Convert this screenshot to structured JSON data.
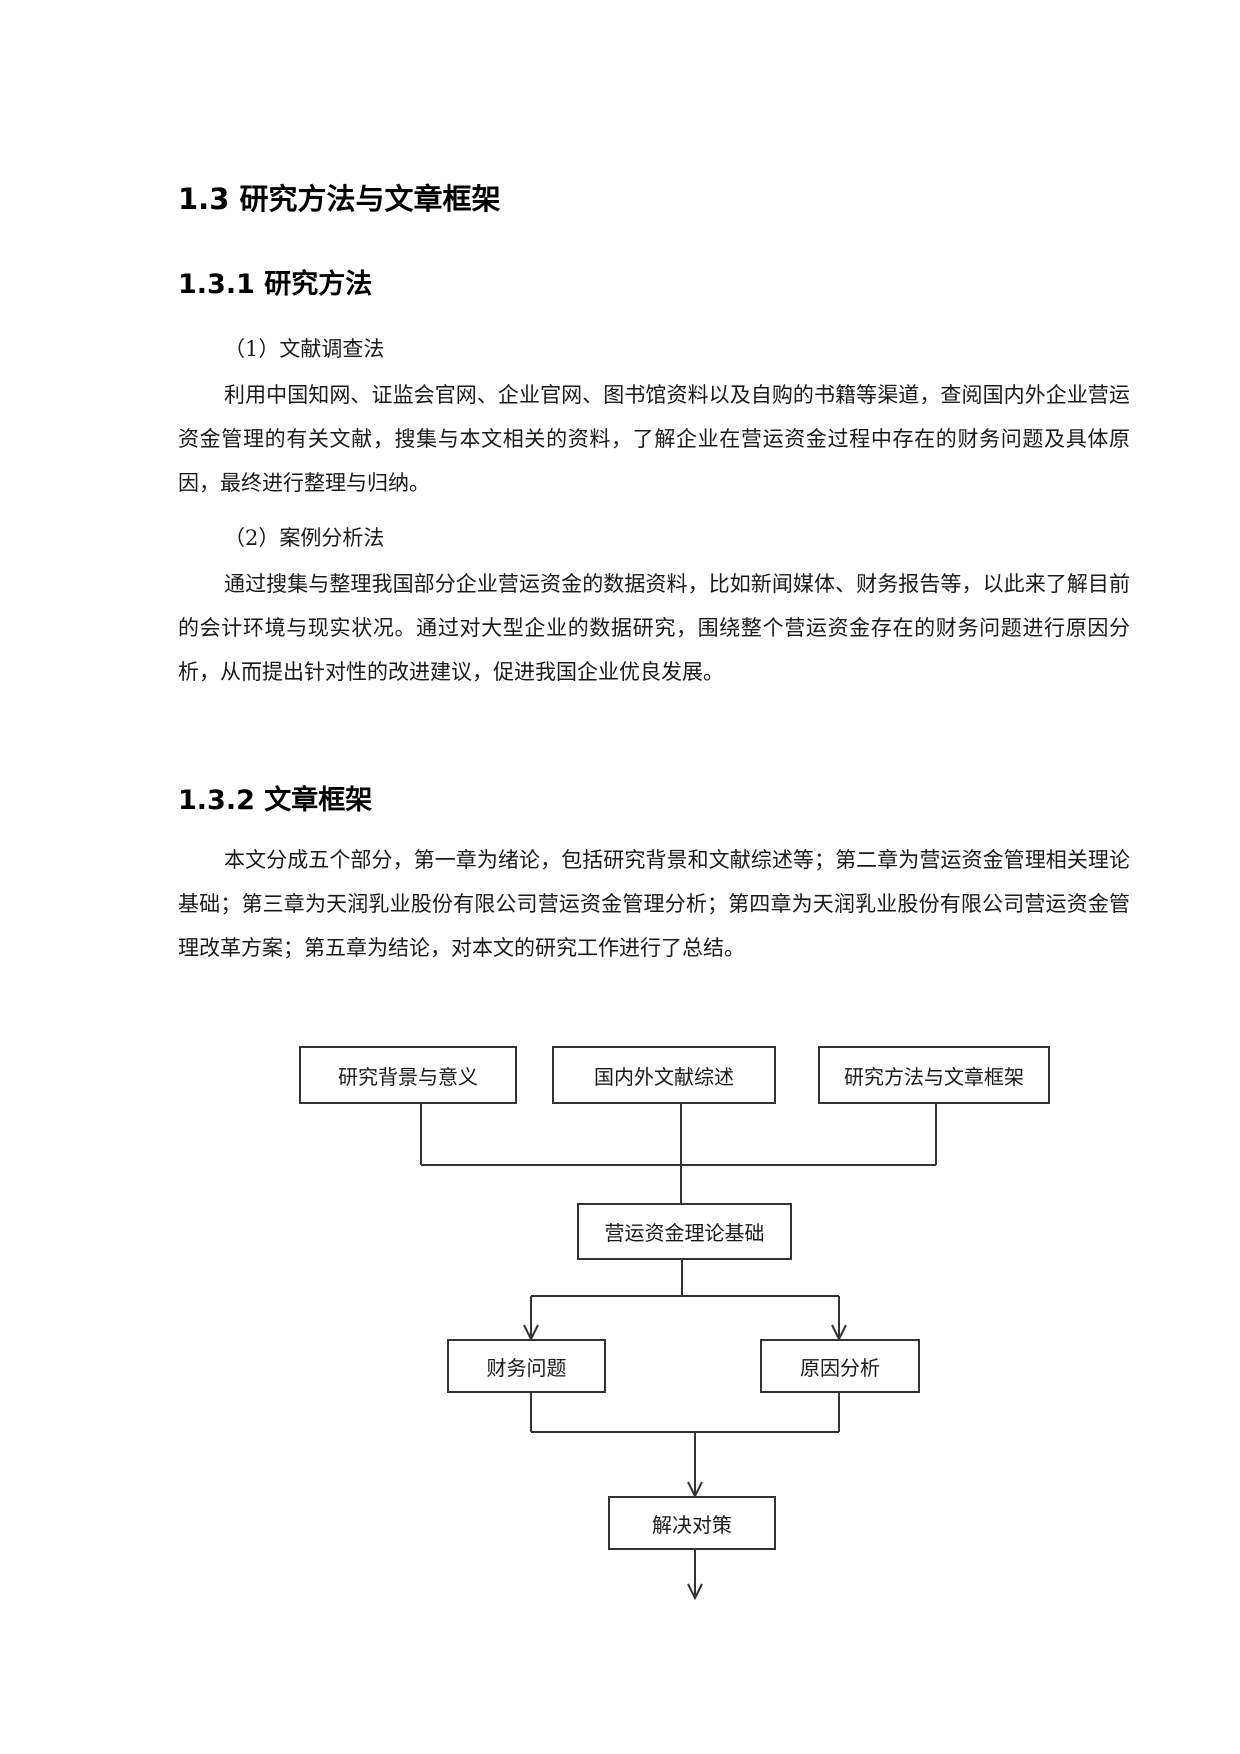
{
  "section": {
    "title": "1.3 研究方法与文章框架"
  },
  "methods": {
    "title": "1.3.1 研究方法",
    "items": [
      {
        "label": "（1）文献调查法",
        "text": "利用中国知网、证监会官网、企业官网、图书馆资料以及自购的书籍等渠道，查阅国内外企业营运资金管理的有关文献，搜集与本文相关的资料，了解企业在营运资金过程中存在的财务问题及具体原因，最终进行整理与归纳。"
      },
      {
        "label": "（2）案例分析法",
        "text": "通过搜集与整理我国部分企业营运资金的数据资料，比如新闻媒体、财务报告等，以此来了解目前的会计环境与现实状况。通过对大型企业的数据研究，围绕整个营运资金存在的财务问题进行原因分析，从而提出针对性的改进建议，促进我国企业优良发展。"
      }
    ]
  },
  "framework": {
    "title": "1.3.2 文章框架",
    "text": "本文分成五个部分，第一章为绪论，包括研究背景和文献综述等；第二章为营运资金管理相关理论基础；第三章为天润乳业股份有限公司营运资金管理分析；第四章为天润乳业股份有限公司营运资金管理改革方案；第五章为结论，对本文的研究工作进行了总结。"
  },
  "flowchart": {
    "top": [
      "研究背景与意义",
      "国内外文献综述",
      "研究方法与文章框架"
    ],
    "middle": "营运资金理论基础",
    "branches": [
      "财务问题",
      "原因分析"
    ],
    "bottom": "解决对策",
    "line_color": "#333333"
  }
}
